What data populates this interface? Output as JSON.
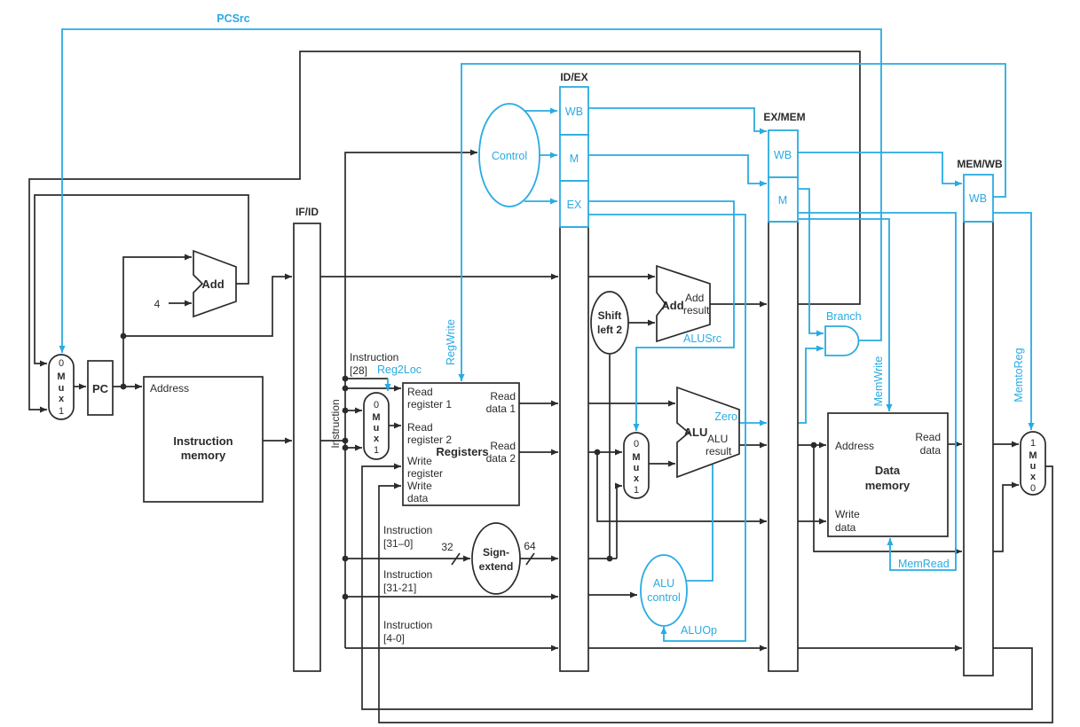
{
  "colors": {
    "wire": "#2b2b2b",
    "accent": "#29ABE2"
  },
  "pipeline_registers": {
    "if_id": "IF/ID",
    "id_ex": "ID/EX",
    "ex_mem": "EX/MEM",
    "mem_wb": "MEM/WB"
  },
  "sections": {
    "wb": "WB",
    "m": "M",
    "ex": "EX"
  },
  "mux": {
    "zero": "0",
    "one": "1",
    "m": "M",
    "u": "u",
    "x": "x"
  },
  "components": {
    "pc": "PC",
    "instruction_memory": {
      "l1": "Instruction",
      "l2": "memory"
    },
    "add": "Add",
    "add_result": {
      "l1": "Add",
      "l2": "result"
    },
    "alu": "ALU",
    "alu_result": {
      "l1": "ALU",
      "l2": "result"
    },
    "shift_left_2": {
      "l1": "Shift",
      "l2": "left 2"
    },
    "sign_extend": {
      "l1": "Sign-",
      "l2": "extend"
    },
    "registers": "Registers",
    "data_memory": {
      "l1": "Data",
      "l2": "memory"
    }
  },
  "ports": {
    "address": "Address",
    "read_register_1": {
      "l1": "Read",
      "l2": "register 1"
    },
    "read_register_2": {
      "l1": "Read",
      "l2": "register 2"
    },
    "write_register": {
      "l1": "Write",
      "l2": "register"
    },
    "write_data": {
      "l1": "Write",
      "l2": "data"
    },
    "read_data_1": {
      "l1": "Read",
      "l2": "data 1"
    },
    "read_data_2": {
      "l1": "Read",
      "l2": "data 2"
    },
    "read_data": {
      "l1": "Read",
      "l2": "data"
    }
  },
  "signals": {
    "pcsrc": "PCSrc",
    "regwrite": "RegWrite",
    "reg2loc": "Reg2Loc",
    "alusrc": "ALUSrc",
    "aluop": "ALUOp",
    "zero": "Zero",
    "branch": "Branch",
    "memwrite": "MemWrite",
    "memread": "MemRead",
    "memtoreg": "MemtoReg",
    "control": "Control",
    "alu_control": {
      "l1": "ALU",
      "l2": "control"
    }
  },
  "instruction_fields": {
    "instruction": "Instruction",
    "bit_28": "[28]",
    "bits_31_0": "[31–0]",
    "bits_31_21": "[31-21]",
    "bits_4_0": "[4-0]",
    "width_in": "32",
    "width_out": "64",
    "pc_increment": "4"
  }
}
